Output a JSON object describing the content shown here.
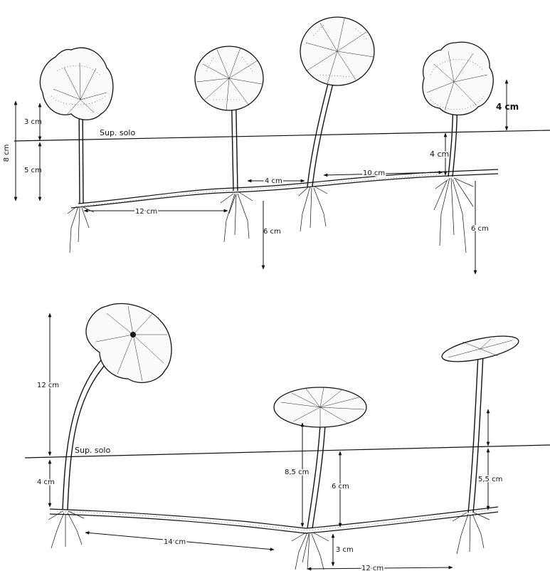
{
  "top_panel": {
    "soil_label": "Sup. solo",
    "total_height": "8 cm",
    "above_soil": "3 cm",
    "below_soil": "5 cm",
    "internode_a": "12 cm",
    "internode_b": "4 cm",
    "internode_c": "10 cm",
    "root_depth_a": "6 cm",
    "leaf_height_right": "4 cm",
    "stem_depth_right": "4 cm",
    "root_depth_right": "6 cm"
  },
  "bottom_panel": {
    "soil_label": "Sup. solo",
    "petiole_above": "12 cm",
    "petiole_below": "4 cm",
    "petiole_total_mid": "8,5 cm",
    "depth_mid": "6 cm",
    "root_depth_mid": "3 cm",
    "depth_right": "5,5 cm",
    "internode_left": "14 cm",
    "internode_right": "12 cm"
  }
}
